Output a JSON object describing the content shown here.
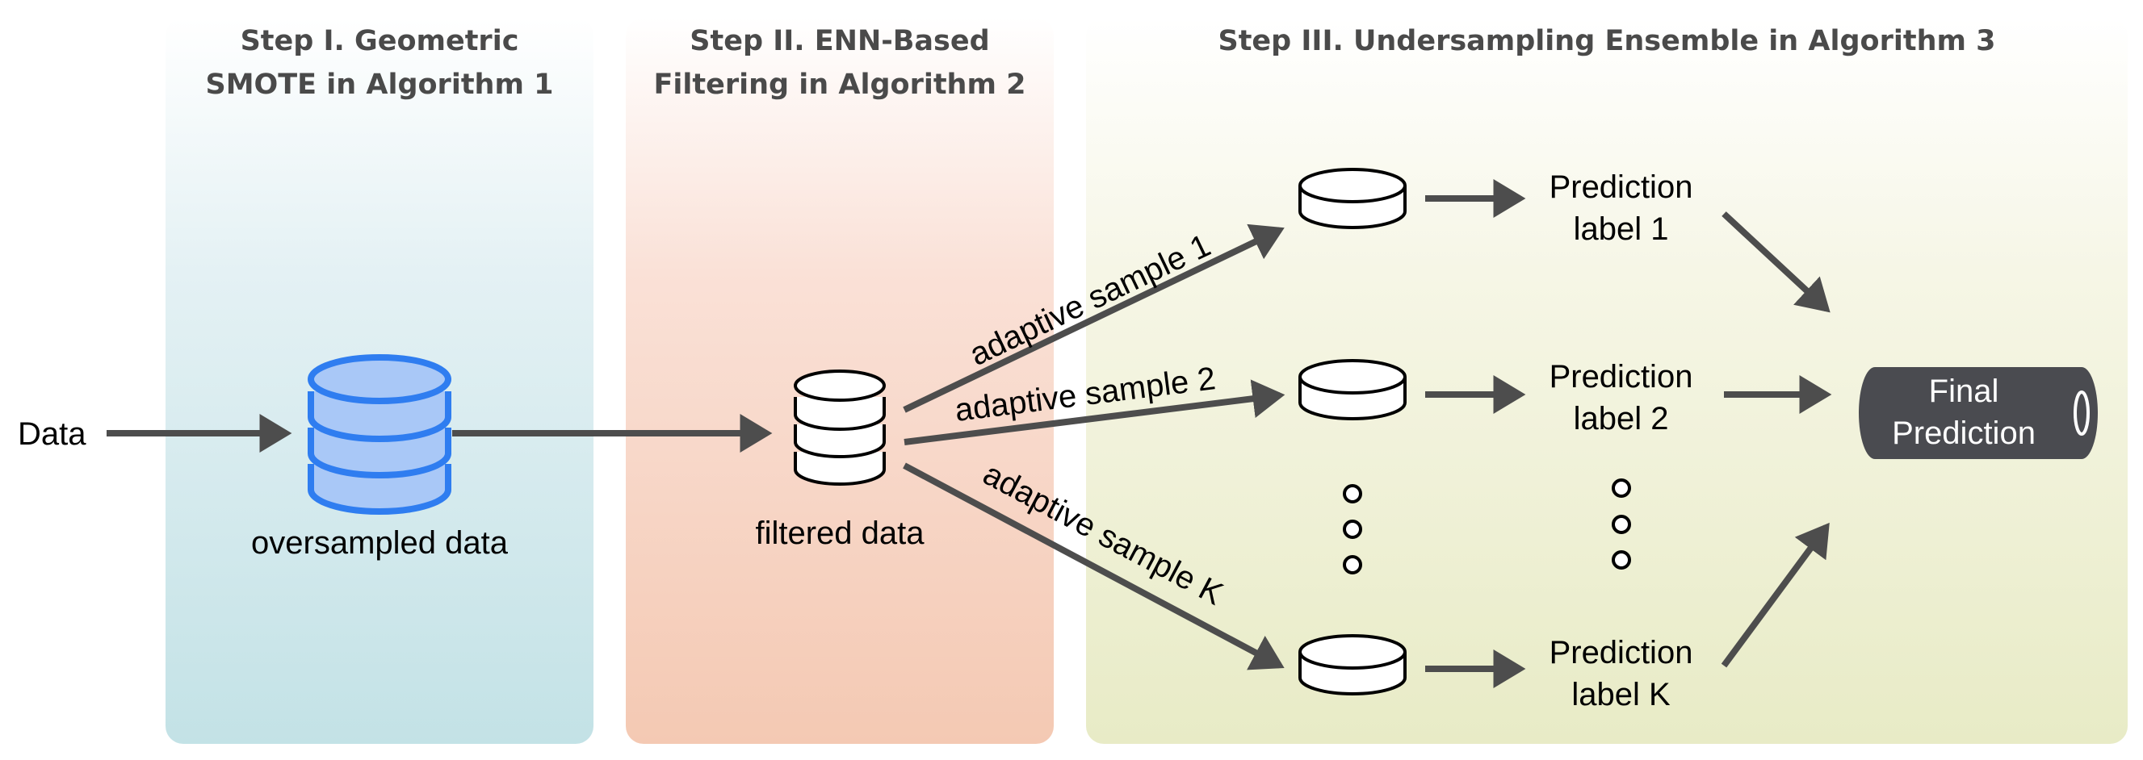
{
  "steps": [
    {
      "title_line1": "Step I. Geometric",
      "title_line2": "SMOTE in Algorithm 1"
    },
    {
      "title_line1": "Step II. ENN-Based",
      "title_line2": "Filtering in Algorithm 2"
    },
    {
      "title_line1": "Step III. Undersampling Ensemble in Algorithm 3"
    }
  ],
  "nodes": {
    "input": "Data",
    "oversampled": "oversampled data",
    "filtered": "filtered data",
    "final_line1": "Final",
    "final_line2": "Prediction"
  },
  "edges": {
    "sample_1": "adaptive sample 1",
    "sample_2": "adaptive sample 2",
    "sample_k": "adaptive sample K"
  },
  "predictions": [
    {
      "line1": "Prediction",
      "line2": "label 1"
    },
    {
      "line1": "Prediction",
      "line2": "label 2"
    },
    {
      "line1": "Prediction",
      "line2": "label K"
    }
  ],
  "colors": {
    "db_fill": "#a9c8f7",
    "db_stroke": "#2f7df0",
    "arrow": "#4d4d4d",
    "final_fill": "#4a4b50"
  }
}
